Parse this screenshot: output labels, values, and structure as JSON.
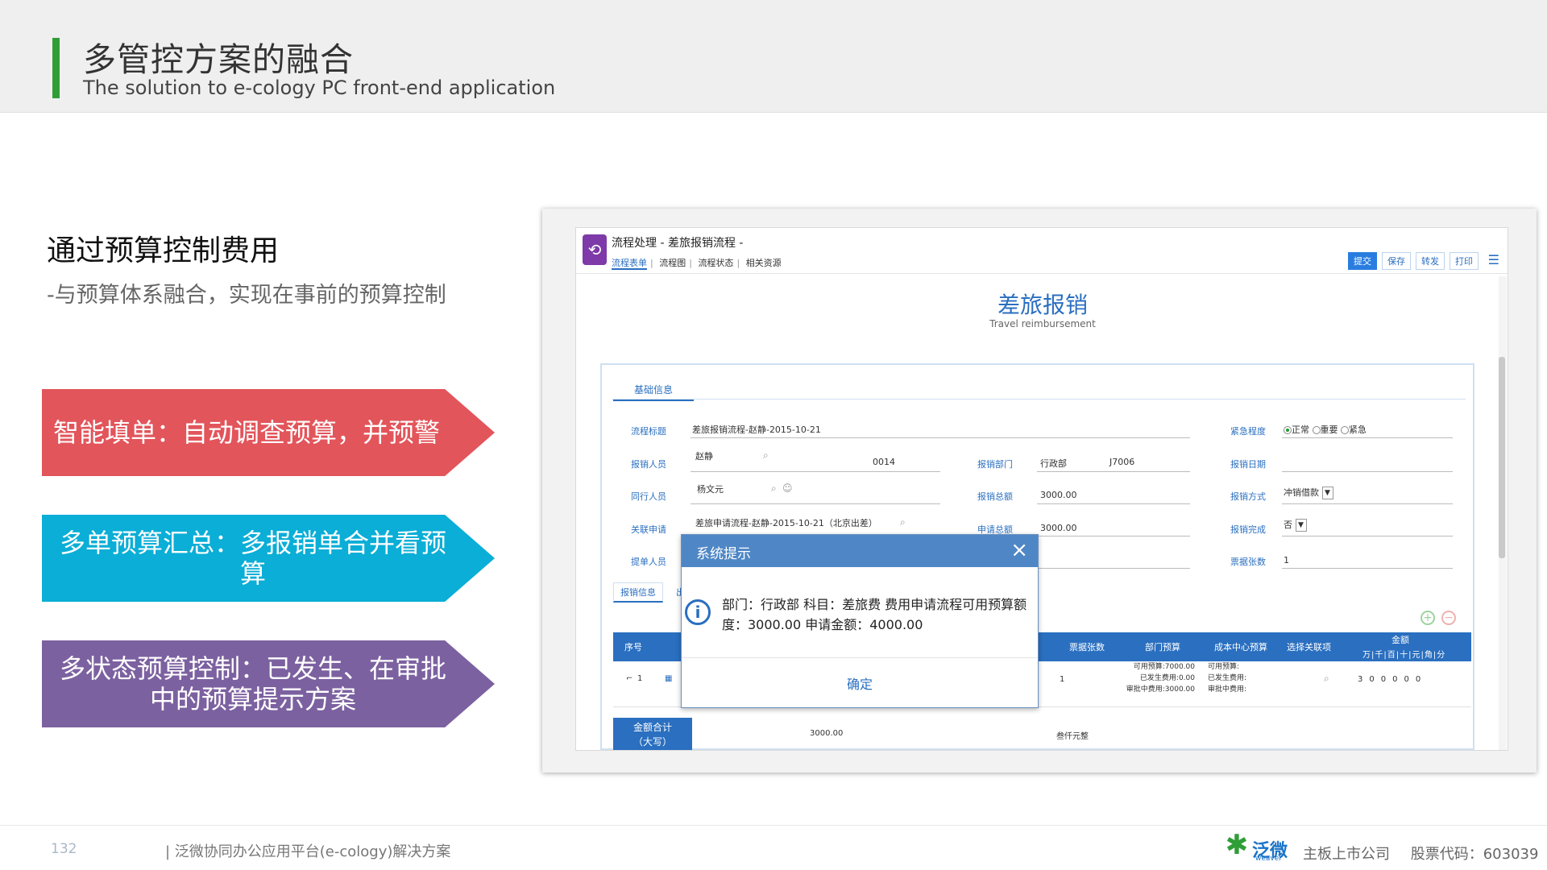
{
  "header": {
    "title": "多管控方案的融合",
    "subtitle": "The solution to e-cology PC front-end application"
  },
  "left": {
    "title": "通过预算控制费用",
    "subtitle": "-与预算体系融合，实现在事前的预算控制",
    "arrows": [
      {
        "label": "智能填单：自动调查预算，并预警",
        "color": "#e2555b"
      },
      {
        "label": "多单预算汇总：多报销单合并看预算",
        "color": "#0aaed6"
      },
      {
        "label": "多状态预算控制：已发生、在审批中的预算提示方案",
        "color": "#7c61a0"
      }
    ]
  },
  "app": {
    "title": "流程处理 - 差旅报销流程 -",
    "tabs": [
      "流程表单",
      "流程图",
      "流程状态",
      "相关资源"
    ],
    "buttons": [
      "提交",
      "保存",
      "转发",
      "打印"
    ],
    "form_title": "差旅报销",
    "form_subtitle": "Travel reimbursement",
    "section_tab": "基础信息",
    "fields": {
      "flow_title_label": "流程标题",
      "flow_title_value": "差旅报销流程-赵静-2015-10-21",
      "urgency_label": "紧急程度",
      "urgency_options": [
        "正常",
        "重要",
        "紧急"
      ],
      "reimburser_label": "报销人员",
      "reimburser_value": "赵静",
      "reimburser_code": "0014",
      "dept_label": "报销部门",
      "dept_value": "行政部",
      "dept_code": "J7006",
      "date_label": "报销日期",
      "companion_label": "同行人员",
      "companion_value": "杨文元",
      "total_label": "报销总额",
      "total_value": "3000.00",
      "method_label": "报销方式",
      "method_value": "冲销借款",
      "related_label": "关联申请",
      "related_value": "差旅申请流程-赵静-2015-10-21（北京出差）",
      "apply_total_label": "申请总额",
      "apply_total_value": "3000.00",
      "done_label": "报销完成",
      "done_value": "否",
      "maker_label": "提单人员",
      "bills_label": "票据张数",
      "bills_value": "1"
    },
    "sub_tab": "报销信息",
    "sub_tab_partial": "出",
    "table_headers": [
      "序号",
      "票据张数",
      "部门预算",
      "成本中心预算",
      "选择关联项",
      "金额"
    ],
    "amount_units": [
      "万",
      "千",
      "百",
      "十",
      "元",
      "角",
      "分"
    ],
    "row": {
      "index": "1",
      "bills": "1",
      "dept_budget": [
        "可用预算:7000.00",
        "已发生费用:0.00",
        "审批中费用:3000.00"
      ],
      "cost_budget": [
        "可用预算:",
        "已发生费用:",
        "审批中费用:"
      ],
      "amount_digits": [
        "3",
        "0",
        "0",
        "0",
        "0",
        "0"
      ]
    },
    "total_row": {
      "label_line1": "金额合计",
      "label_line2": "（大写）",
      "amount": "3000.00",
      "amount_upper": "叁仟元整"
    }
  },
  "modal": {
    "title": "系统提示",
    "message": "部门：行政部 科目：差旅费 费用申请流程可用预算额度：3000.00 申请金额：4000.00",
    "ok": "确定"
  },
  "footer": {
    "page": "132",
    "text": "| 泛微协同办公应用平台(e-cology)解决方案",
    "logo_name": "泛微",
    "logo_sub": "weaver",
    "company": "主板上市公司",
    "stock": "股票代码：603039"
  }
}
